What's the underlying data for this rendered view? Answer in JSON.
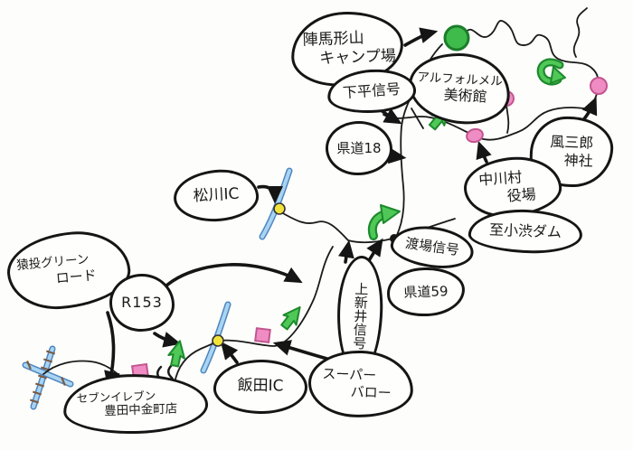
{
  "labels": {
    "jinbagata": {
      "line1": "陣馬形山",
      "line2": "キャンプ場"
    },
    "museum": {
      "line1": "アルフォルメル",
      "line2": "美術館"
    },
    "shimodaira": {
      "text": "下平信号"
    },
    "kendo18": {
      "text": "県道18"
    },
    "matsukawa_ic": {
      "text": "松川IC"
    },
    "kazasaburo": {
      "line1": "風三郎",
      "line2": "神社"
    },
    "nakagawa": {
      "line1": "中川村",
      "line2": "役場"
    },
    "koshibu": {
      "text": "至小渋ダム"
    },
    "watase": {
      "text": "渡場信号"
    },
    "kendo59": {
      "text": "県道59"
    },
    "kaminarai": {
      "text": "上新井信号"
    },
    "sanage": {
      "line1": "猿投グリーン",
      "line2": "ロード"
    },
    "r153": {
      "text": "R153"
    },
    "seven_eleven": {
      "line1": "セブンイレブン",
      "line2": "豊田中金町店"
    },
    "iida_ic": {
      "text": "飯田IC"
    },
    "super_valor": {
      "line1": "スーパー",
      "line2": "バロー"
    }
  },
  "icons": {
    "campsite_marker": "green-filled-circle",
    "museum_marker": "pink-circle",
    "village_office_marker": "pink-oval",
    "shrine_marker": "pink-circle",
    "seven_eleven_marker": "pink-square",
    "super_valor_marker": "pink-square",
    "matsukawa_ic_marker": "yellow-dot-on-expressway",
    "iida_ic_marker": "yellow-dot-on-expressway",
    "watase_junction_marker": "black-dot",
    "route_direction_arrow": "green-fat-arrow",
    "uturn_switchback_arrow": "green-curved-arrow",
    "rail_crossing": "blue-band-with-brown-ticks",
    "road_break_marks": "double-tilde"
  },
  "palette": {
    "ink": "#151515",
    "road": "#1a1a1a",
    "expressway_fill": "#a9d4f2",
    "expressway_edge": "#4d86c0",
    "green_arrow_fill": "#4fc857",
    "green_arrow_edge": "#1d8a2c",
    "marker_pink": "#f08cc4",
    "marker_pink_edge": "#c2558f",
    "marker_green": "#3fbb4b",
    "marker_green_edge": "#1c7d2a",
    "marker_yellow": "#f2e33c",
    "rail_tick": "#7b5b43"
  }
}
